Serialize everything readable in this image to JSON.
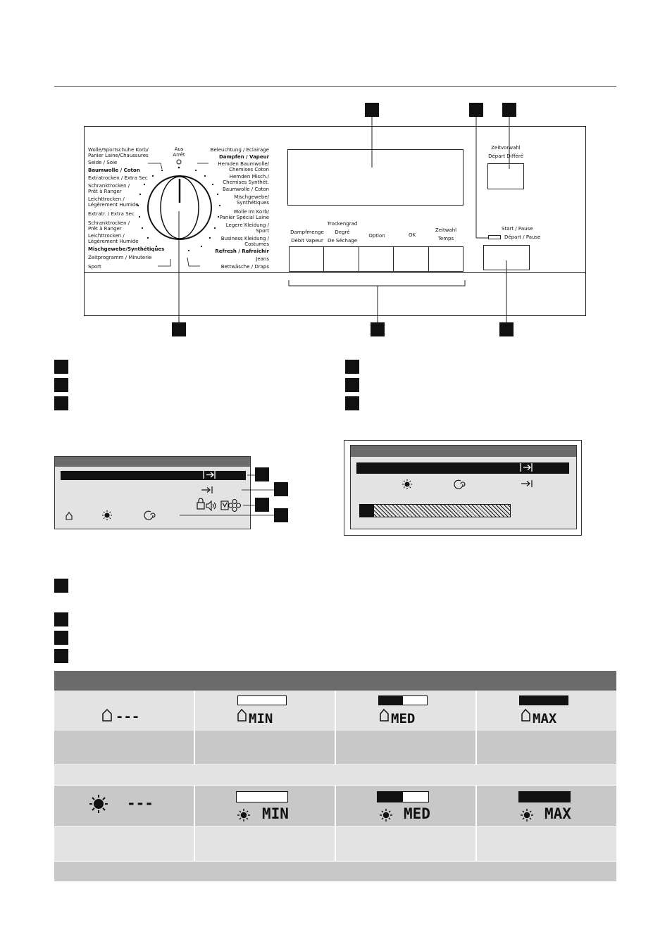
{
  "dial": {
    "top_label_1": "Aus",
    "top_label_2": "Arrêt",
    "left": [
      {
        "text": "Wolle/Sportschuhe Korb/",
        "bold": false
      },
      {
        "text": "Panier Laine/Chaussures",
        "bold": false
      },
      {
        "text": "Seide / Soie",
        "bold": false
      },
      {
        "text": "Baumwolle / Coton",
        "bold": true
      },
      {
        "text": "Extratrocken / Extra Sec",
        "bold": false
      },
      {
        "text": "Schranktrocken /",
        "bold": false
      },
      {
        "text": "Prêt à Ranger",
        "bold": false
      },
      {
        "text": "Leichttrocken /",
        "bold": false
      },
      {
        "text": "Légèrement Humide",
        "bold": false
      },
      {
        "text": "Extratr. / Extra Sec",
        "bold": false
      },
      {
        "text": "Schranktrocken /",
        "bold": false
      },
      {
        "text": "Prêt à Ranger",
        "bold": false
      },
      {
        "text": "Leichttrocken /",
        "bold": false
      },
      {
        "text": "Légèrement Humide",
        "bold": false
      },
      {
        "text": "Mischgewebe/Synthétiques",
        "bold": true
      },
      {
        "text": "Zeitprogramm / Minuterie",
        "bold": false
      },
      {
        "text": "Sport",
        "bold": false
      }
    ],
    "right": [
      {
        "text": "Beleuchtung / Eclairage",
        "bold": false
      },
      {
        "text": "Dampfen / Vapeur",
        "bold": true
      },
      {
        "text": "Hemden Baumwolle/",
        "bold": false
      },
      {
        "text": "Chemises Coton",
        "bold": false
      },
      {
        "text": "Hemden Misch./",
        "bold": false
      },
      {
        "text": "Chemises Synthét.",
        "bold": false
      },
      {
        "text": "Baumwolle / Coton",
        "bold": false
      },
      {
        "text": "Mischgewebe/",
        "bold": false
      },
      {
        "text": "Synthétiques",
        "bold": false
      },
      {
        "text": "Wolle Im Korb/",
        "bold": false
      },
      {
        "text": "Panier Spécial Laine",
        "bold": false
      },
      {
        "text": "Legere Kleidung /",
        "bold": false
      },
      {
        "text": "Sport",
        "bold": false
      },
      {
        "text": "Business Kleidung /",
        "bold": false
      },
      {
        "text": "Costumes",
        "bold": false
      },
      {
        "text": "Refresh / Rafraîchir",
        "bold": true
      },
      {
        "text": "Jeans",
        "bold": false
      },
      {
        "text": "Bettwäsche / Draps",
        "bold": false
      }
    ]
  },
  "buttons": [
    {
      "l1": "Dampfmenge",
      "l2": "Débit Vapeur"
    },
    {
      "l0": "Trockengrad",
      "l1": "Degré",
      "l2": "De Séchage"
    },
    {
      "l1": "Option"
    },
    {
      "l1": "OK"
    },
    {
      "l1": "Zeitwahl",
      "l2": "Temps"
    }
  ],
  "zeitwahl": {
    "l1": "Zeitvorwahl",
    "l2": "Départ Différé"
  },
  "start": {
    "l1": "Start / Pause",
    "l2": "Départ / Pause"
  },
  "levels": {
    "dash": "---",
    "min": "MIN",
    "med": "MED",
    "max": "MAX",
    "med_fill": 0.5,
    "max_fill": 1.0
  },
  "colors": {
    "table_header": "#6b6b6b",
    "table_light": "#e3e3e3",
    "table_mid": "#c8c8c8",
    "ink": "#111111"
  },
  "icons": [
    "drop-icon",
    "sun-icon",
    "steam-spiral-icon",
    "end-time-icon",
    "arrow-right-bar-icon",
    "lock-icon",
    "speaker-icon",
    "filter-icon",
    "fan-icon"
  ]
}
